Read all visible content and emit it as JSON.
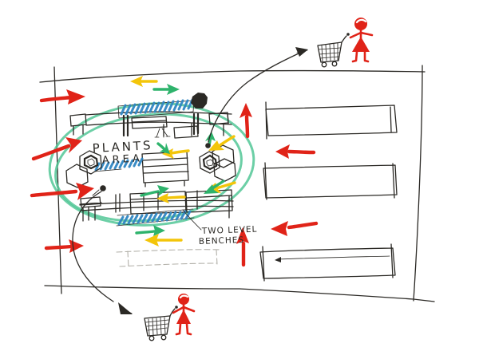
{
  "labels": {
    "plants_area": {
      "line1": "PLANTS",
      "line2": "AREA"
    },
    "benches_note": {
      "line1": "TWO LEVEL",
      "line2": "BENCHES"
    }
  },
  "colors": {
    "ink": "#2b2925",
    "pencil": "#b3b1aa",
    "red": "#e02318",
    "green": "#2eb36c",
    "ellipse_green": "#4cc493",
    "yellow": "#f3c50a",
    "blue": "#2f86c2",
    "paper": "#ffffff"
  },
  "icons": {
    "cart_top": "shopping-cart-icon",
    "cart_bottom": "shopping-cart-icon",
    "shopper_top": "shopper-stick-figure-icon",
    "shopper_bottom": "shopper-stick-figure-icon",
    "scribble": "ink-scribble-block"
  },
  "diagram": {
    "type": "hand-drawn store layout sketch",
    "areas": [
      {
        "name": "store-floor",
        "shape": "rectangle outline"
      },
      {
        "name": "plants-area",
        "label": "PLANTS AREA",
        "shape": "green ellipse"
      }
    ],
    "fixtures": [
      {
        "name": "two-level-benches",
        "note": "TWO LEVEL BENCHES",
        "hatch_color": "blue",
        "count": 3
      },
      {
        "name": "hex-display-tables-left",
        "shape": "hexagons"
      },
      {
        "name": "hex-display-tables-right",
        "shape": "hexagons"
      },
      {
        "name": "middle-shelf-table",
        "shape": "shelved rectangle"
      },
      {
        "name": "gondola-shelves-right",
        "count": 3
      },
      {
        "name": "pencil-sketch-shelf",
        "style": "faint pencil"
      }
    ],
    "flows": [
      {
        "name": "entry-arrows-left",
        "color": "red",
        "count": 4,
        "direction": "right"
      },
      {
        "name": "aisle-arrows-right",
        "color": "red",
        "count": 4,
        "directions": [
          "up",
          "left",
          "left",
          "up"
        ]
      },
      {
        "name": "browse-arrows-yellow",
        "color": "yellow",
        "count": 6
      },
      {
        "name": "browse-arrows-green",
        "color": "green",
        "count": 6
      },
      {
        "name": "route-to-cart-top",
        "style": "curved ink arrow",
        "from": "plants area",
        "to": "shopping cart top right"
      },
      {
        "name": "route-to-cart-bottom",
        "style": "curved ink arrow",
        "from": "plants area",
        "to": "shopping cart bottom center"
      }
    ]
  }
}
